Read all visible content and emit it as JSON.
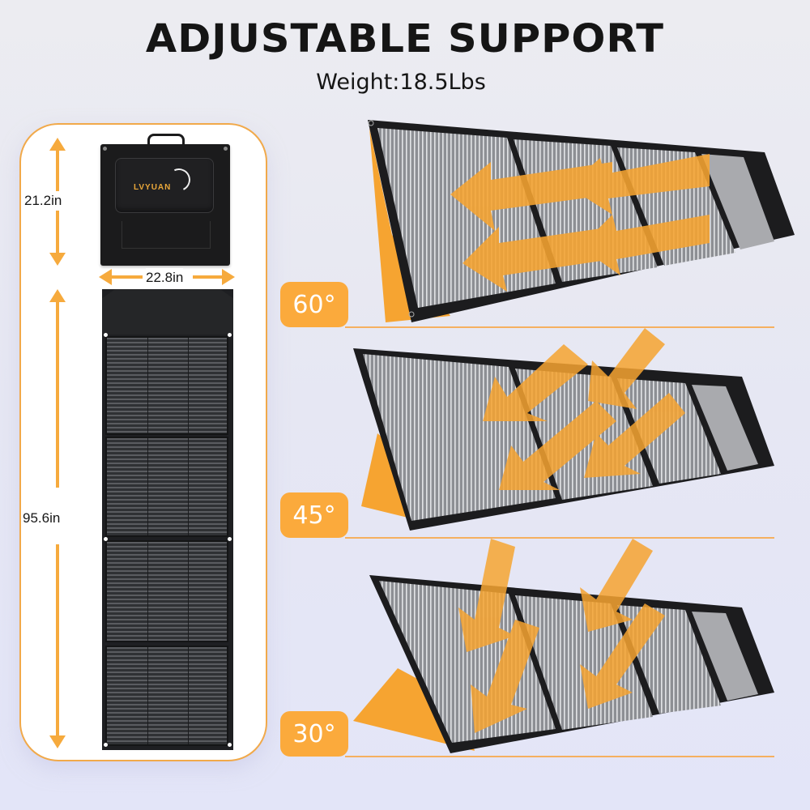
{
  "header": {
    "title": "ADJUSTABLE SUPPORT",
    "subtitle": "Weight:18.5Lbs"
  },
  "dimensions": {
    "folded_height": "21.2in",
    "folded_width": "22.8in",
    "unfolded_length": "95.6in",
    "brand_logo": "LVYUAN"
  },
  "angles": [
    {
      "label": "60°",
      "value": 60
    },
    {
      "label": "45°",
      "value": 45
    },
    {
      "label": "30°",
      "value": 30
    }
  ],
  "colors": {
    "accent_orange": "#fbaa3c",
    "arrow_orange": "#f6aa3d",
    "card_border": "#f1a94a",
    "panel_dark": "#1e1f22",
    "background": "#e6e7f3"
  },
  "icons": {
    "sun_arrows": "sunlight-arrow-icon",
    "dimension_arrows": "dimension-arrow-icon"
  }
}
